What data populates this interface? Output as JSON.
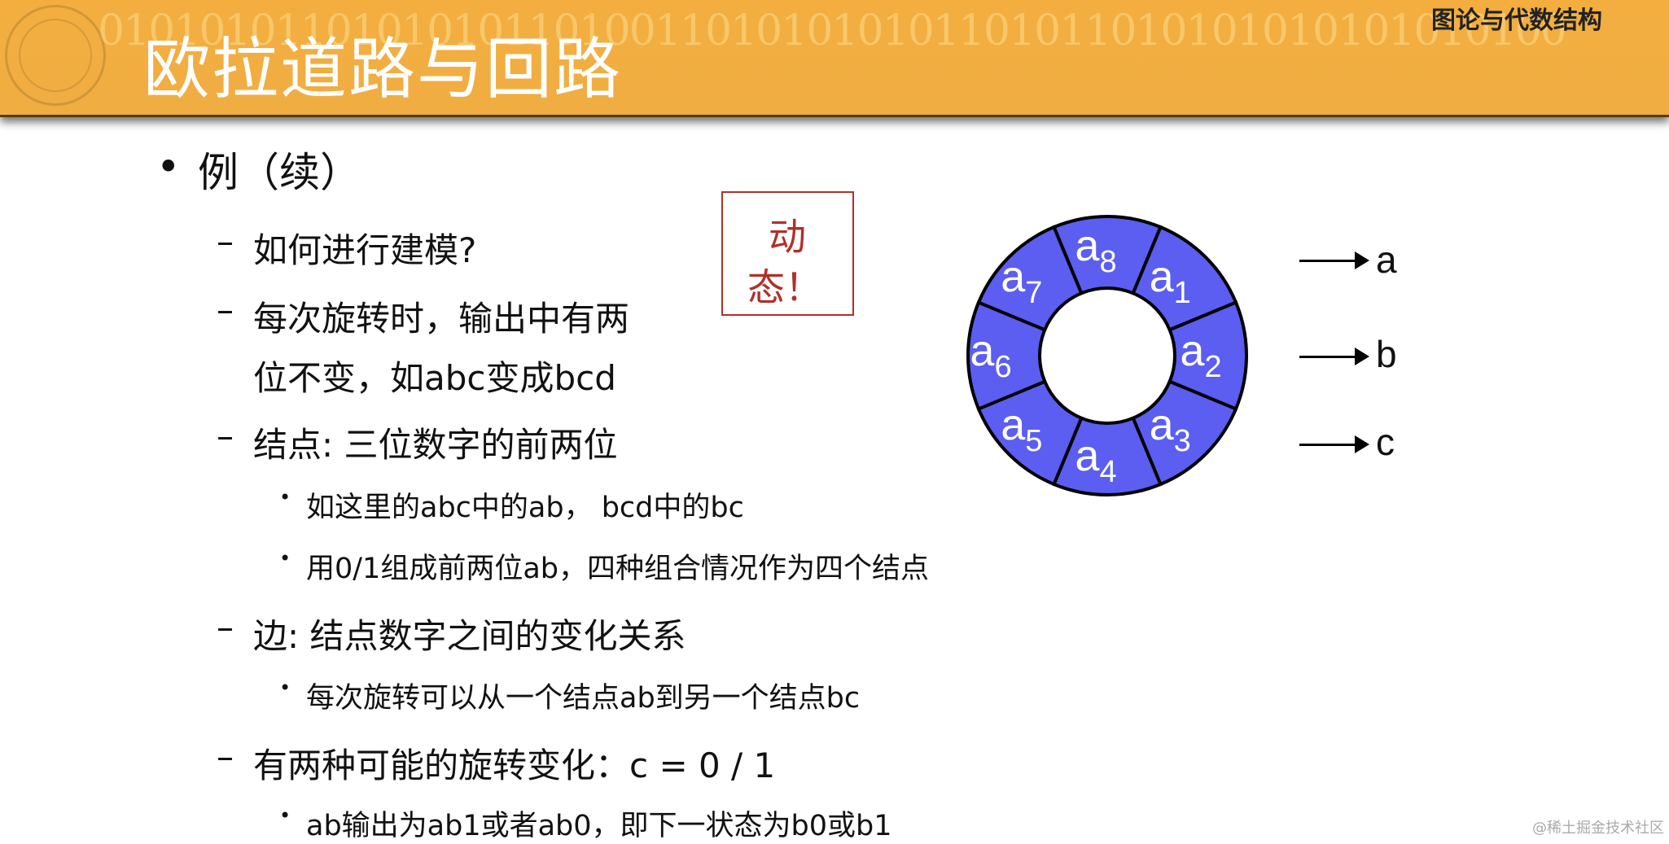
{
  "header": {
    "title": "欧拉道路与回路",
    "course": "图论与代数结构",
    "binary_background": "0101010110101010110100110101010101101011010101010101010100",
    "colors": {
      "bar": "#f0ad42",
      "title": "#ffffff"
    }
  },
  "content": {
    "bullet": "例（续）",
    "items": [
      {
        "level": 2,
        "text": "如何进行建模?"
      },
      {
        "level": 2,
        "text": "每次旋转时，输出中有两"
      },
      {
        "level": 2,
        "text": "位不变，如abc变成bcd",
        "continuation": true
      },
      {
        "level": 2,
        "text": "结点: 三位数字的前两位"
      },
      {
        "level": 3,
        "text": "如这里的abc中的ab， bcd中的bc"
      },
      {
        "level": 3,
        "text": "用0/1组成前两位ab，四种组合情况作为四个结点"
      },
      {
        "level": 2,
        "text": "边: 结点数字之间的变化关系"
      },
      {
        "level": 3,
        "text": "每次旋转可以从一个结点ab到另一个结点bc"
      },
      {
        "level": 2,
        "text": "有两种可能的旋转变化：c = 0 / 1"
      },
      {
        "level": 3,
        "text": "ab输出为ab1或者ab0，即下一状态为b0或b1"
      }
    ]
  },
  "callout": {
    "line1": "动",
    "line2": "态！",
    "color": "#b0302a"
  },
  "diagram": {
    "sector_color": "#5b5ef0",
    "sectors": [
      {
        "base": "a",
        "sub": "8"
      },
      {
        "base": "a",
        "sub": "1"
      },
      {
        "base": "a",
        "sub": "2"
      },
      {
        "base": "a",
        "sub": "3"
      },
      {
        "base": "a",
        "sub": "4"
      },
      {
        "base": "a",
        "sub": "5"
      },
      {
        "base": "a",
        "sub": "6"
      },
      {
        "base": "a",
        "sub": "7"
      }
    ],
    "outputs": [
      "a",
      "b",
      "c"
    ]
  },
  "watermark": "@稀土掘金技术社区"
}
